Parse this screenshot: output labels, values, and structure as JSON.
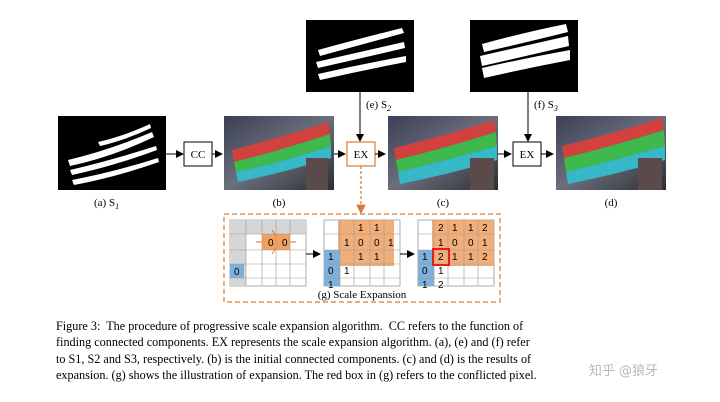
{
  "figure": {
    "panel_labels": {
      "a": "(a) S",
      "a_sub": "1",
      "b": "(b)",
      "c": "(c)",
      "d": "(d)",
      "e": "(e) S",
      "e_sub": "2",
      "f": "(f) S",
      "f_sub": "3",
      "g": "(g) Scale Expansion"
    },
    "boxes": {
      "cc": "CC",
      "ex1": "EX",
      "ex2": "EX"
    },
    "grid1_cells": [
      "0",
      "0",
      "0"
    ],
    "grid2_cells": [
      "1",
      "1",
      "1",
      "0",
      "0",
      "1",
      "1",
      "1",
      "1",
      "0",
      "1",
      "1"
    ],
    "grid3_cells": [
      "2",
      "1",
      "1",
      "2",
      "1",
      "0",
      "0",
      "1",
      "1",
      "2",
      "1",
      "1",
      "2",
      "0",
      "1",
      "1",
      "2"
    ],
    "colors": {
      "orange": "#F0A060",
      "orange_dark": "#E07A30",
      "blue": "#7FB0DC",
      "gray": "#C8C8C8",
      "conflict_red": "#E02020"
    }
  },
  "caption": {
    "line1": "Figure 3:  The procedure of progressive scale expansion algorithm.  CC refers to the function of",
    "line2": "finding connected components. EX represents the scale expansion algorithm. (a), (e) and (f) refer",
    "line3": "to S1, S2 and S3, respectively. (b) is the initial connected components. (c) and (d) is the results of",
    "line4": "expansion. (g) shows the illustration of expansion. The red box in (g) refers to the conflicted pixel."
  },
  "watermark": "知乎 @狼牙"
}
